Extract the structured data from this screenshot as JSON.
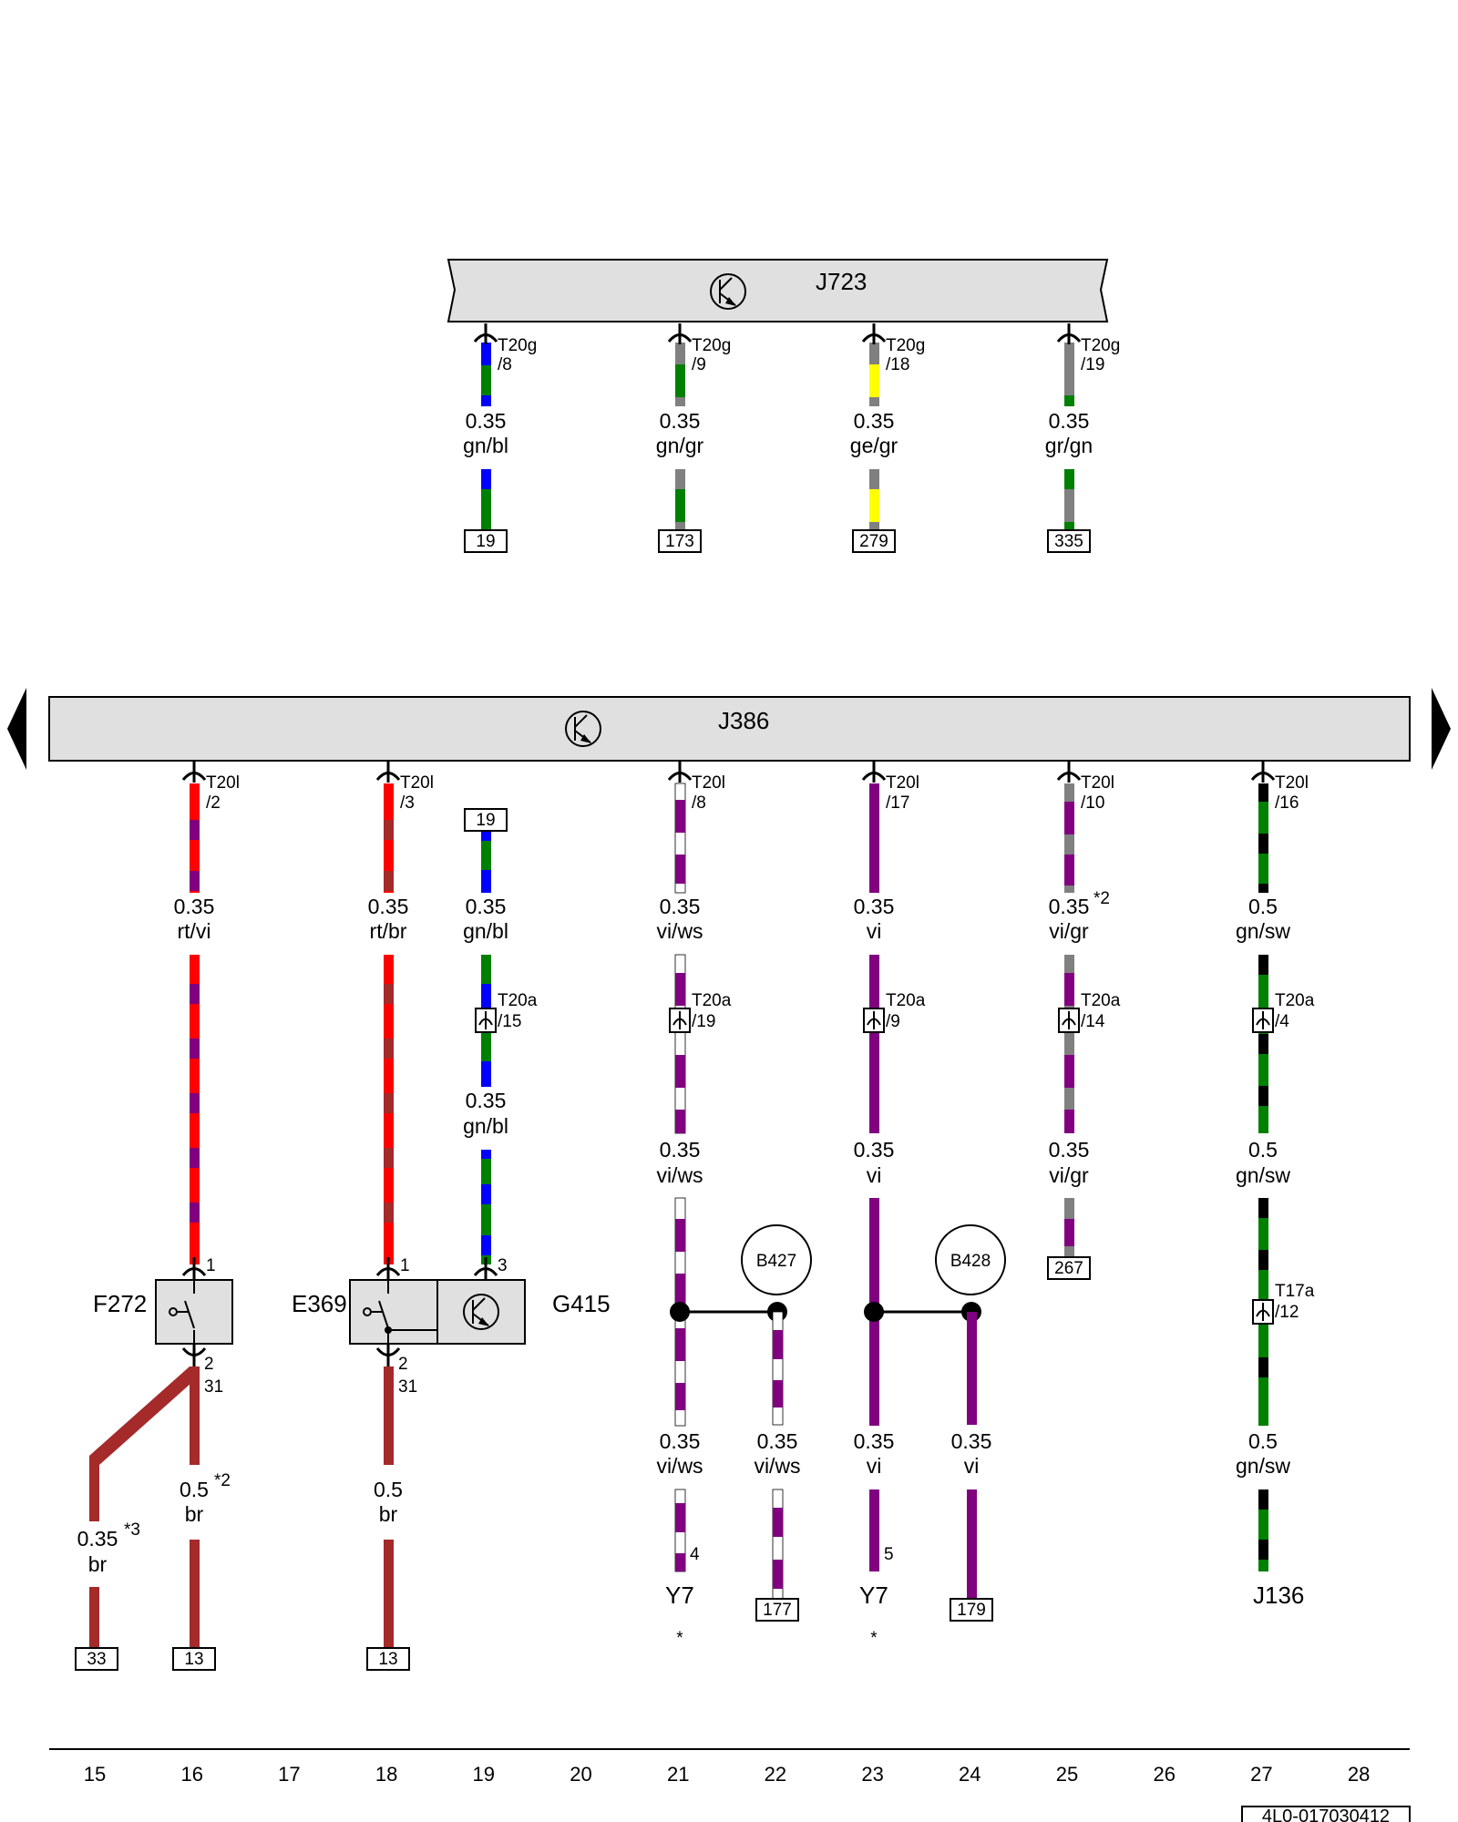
{
  "colors": {
    "gn": "#008000",
    "bl": "#0000ff",
    "gr": "#808080",
    "ge": "#ffff00",
    "rt": "#ff0000",
    "vi": "#800080",
    "br": "#a52a2a",
    "ws": "#ffffff",
    "sw": "#000000",
    "unit_fill": "#e0e0e0"
  },
  "units": {
    "j723": "J723",
    "j386": "J386",
    "f272": "F272",
    "e369": "E369",
    "g415": "G415",
    "b427": "B427",
    "b428": "B428",
    "y7_a": "Y7",
    "y7_b": "Y7",
    "j136": "J136"
  },
  "j723_wires": [
    {
      "conn": "T20g",
      "pin": "/8",
      "size": "0.35",
      "color": "gn/bl",
      "ref": "19"
    },
    {
      "conn": "T20g",
      "pin": "/9",
      "size": "0.35",
      "color": "gn/gr",
      "ref": "173"
    },
    {
      "conn": "T20g",
      "pin": "/18",
      "size": "0.35",
      "color": "ge/gr",
      "ref": "279"
    },
    {
      "conn": "T20g",
      "pin": "/19",
      "size": "0.35",
      "color": "gr/gn",
      "ref": "335"
    }
  ],
  "j386_connectors": [
    {
      "conn": "T20l",
      "pin": "/2"
    },
    {
      "conn": "T20l",
      "pin": "/3"
    },
    {
      "conn": "T20l",
      "pin": "/8"
    },
    {
      "conn": "T20l",
      "pin": "/17"
    },
    {
      "conn": "T20l",
      "pin": "/10"
    },
    {
      "conn": "T20l",
      "pin": "/16"
    }
  ],
  "wire_labels": {
    "c16_top_size": "0.35",
    "c16_top_color": "rt/vi",
    "c18_top_size": "0.35",
    "c18_top_color": "rt/br",
    "c19_ref": "19",
    "c19_top_size": "0.35",
    "c19_top_color": "gn/bl",
    "c19_mid_size": "0.35",
    "c19_mid_color": "gn/bl",
    "c21_top_size": "0.35",
    "c21_top_color": "vi/ws",
    "c21_mid_size": "0.35",
    "c21_mid_color": "vi/ws",
    "c21_bot_size": "0.35",
    "c21_bot_color": "vi/ws",
    "c22_bot_size": "0.35",
    "c22_bot_color": "vi/ws",
    "c23_top_size": "0.35",
    "c23_top_color": "vi",
    "c23_mid_size": "0.35",
    "c23_mid_color": "vi",
    "c23_bot_size": "0.35",
    "c23_bot_color": "vi",
    "c24_bot_size": "0.35",
    "c24_bot_color": "vi",
    "c25_top_size": "0.35",
    "c25_top_note": "*2",
    "c25_top_color": "vi/gr",
    "c25_mid_size": "0.35",
    "c25_mid_color": "vi/gr",
    "c27_top_size": "0.5",
    "c27_top_color": "gn/sw",
    "c27_mid_size": "0.5",
    "c27_mid_color": "gn/sw",
    "c27_bot_size": "0.5",
    "c27_bot_color": "gn/sw",
    "c15_size": "0.35",
    "c15_note": "*3",
    "c15_color": "br",
    "c16_bot_size": "0.5",
    "c16_bot_note": "*2",
    "c16_bot_color": "br",
    "c18_bot_size": "0.5",
    "c18_bot_color": "br"
  },
  "inline_connectors": {
    "c19": {
      "conn": "T20a",
      "pin": "/15"
    },
    "c21": {
      "conn": "T20a",
      "pin": "/19"
    },
    "c23": {
      "conn": "T20a",
      "pin": "/9"
    },
    "c25": {
      "conn": "T20a",
      "pin": "/14"
    },
    "c27": {
      "conn": "T20a",
      "pin": "/4"
    },
    "c27b": {
      "conn": "T17a",
      "pin": "/12"
    }
  },
  "component_pins": {
    "f272_in": "1",
    "f272_out": "2",
    "f272_ground": "31",
    "e369_in": "1",
    "e369_out": "2",
    "e369_ground": "31",
    "g415_in": "3",
    "y7_a_pin": "4",
    "y7_b_pin": "5",
    "y7_a_note": "*",
    "y7_b_note": "*"
  },
  "refs": {
    "c15": "33",
    "c16": "13",
    "c18": "13",
    "c22": "177",
    "c24": "179",
    "c25": "267"
  },
  "axis_numbers": [
    "15",
    "16",
    "17",
    "18",
    "19",
    "20",
    "21",
    "22",
    "23",
    "24",
    "25",
    "26",
    "27",
    "28"
  ],
  "footer_code": "4L0-017030412"
}
